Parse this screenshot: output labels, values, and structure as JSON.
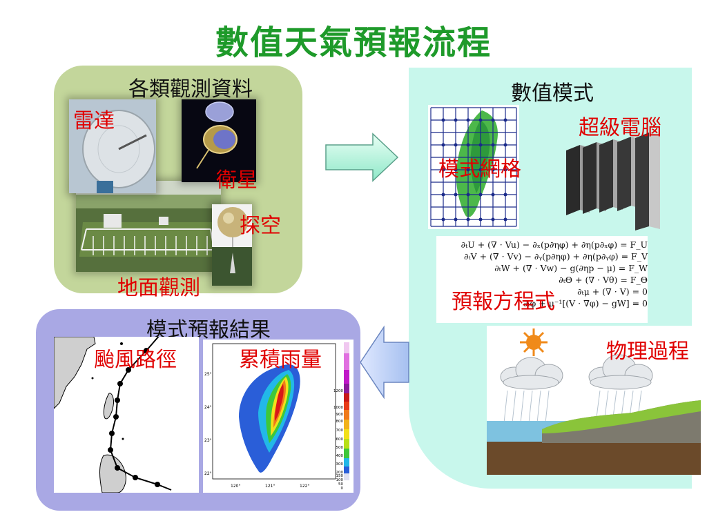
{
  "title": "數值天氣預報流程",
  "observations": {
    "header": "各類觀測資料",
    "radar": "雷達",
    "satellite": "衛星",
    "sounding": "探空",
    "surface": "地面觀測"
  },
  "model": {
    "header": "數值模式",
    "supercomputer": "超級電腦",
    "grid": "模式網格",
    "equations_label": "預報方程式",
    "physics": "物理過程",
    "equations": [
      "∂ₜU + (∇ · Vu) − ∂ₓ(p∂ηφ) + ∂η(p∂ₓφ) = F_U",
      "∂ₜV + (∇ · Vv) − ∂ᵧ(p∂ηφ) + ∂η(p∂ᵧφ) = F_V",
      "∂ₜW + (∇ · Vw) − g(∂ηp − μ) = F_W",
      "∂ₜΘ + (∇ · Vθ) = F_Θ",
      "∂ₜμ + (∇ · V) = 0",
      "∂ₜφ + μ⁻¹[(V · ∇φ) − gW] = 0"
    ]
  },
  "forecast": {
    "header": "模式預報結果",
    "typhoon_track": "颱風路徑",
    "rainfall": "累積雨量",
    "lat_ticks": [
      "25°",
      "24°",
      "23°",
      "22°"
    ],
    "lon_ticks": [
      "120°",
      "121°",
      "122°"
    ],
    "colorbar_ticks": [
      "1200",
      "1000",
      "900",
      "800",
      "700",
      "600",
      "500",
      "400",
      "300",
      "200",
      "150",
      "100",
      "50",
      "0"
    ]
  },
  "colors": {
    "title": "#1e9a2a",
    "red_label": "#e00000",
    "obs_panel": "#c3d69b",
    "model_panel": "#c8f7ec",
    "forecast_panel": "#a9a8e4"
  }
}
